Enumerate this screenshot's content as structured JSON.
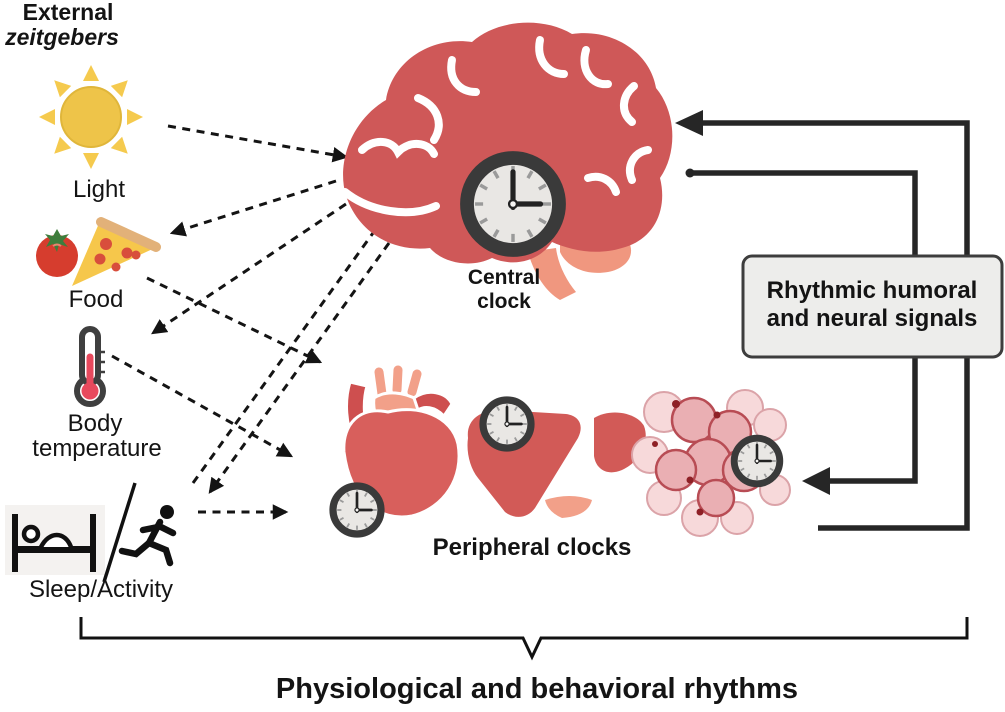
{
  "header": {
    "title_line1": "External",
    "title_line2": "zeitgebers"
  },
  "zeitgebers": {
    "light": {
      "label": "Light",
      "icon": "sun-icon"
    },
    "food": {
      "label": "Food",
      "icon": "tomato-pizza-icon"
    },
    "body_temperature": {
      "label_line1": "Body",
      "label_line2": "temperature",
      "icon": "thermometer-icon"
    },
    "sleep_activity": {
      "label": "Sleep/Activity",
      "icon": "bed-and-runner-icon"
    }
  },
  "central_clock": {
    "label_line1": "Central",
    "label_line2": "clock",
    "organ": "brain",
    "clock_time": "3:00"
  },
  "peripheral_clocks": {
    "label": "Peripheral clocks",
    "organs": [
      "heart",
      "liver",
      "adipose tissue"
    ],
    "clock_time": "3:00"
  },
  "feedback": {
    "box_line1": "Rhythmic humoral",
    "box_line2": "and neural signals"
  },
  "caption": "Physiological and behavioral rhythms",
  "connections": [
    {
      "from": "light",
      "to": "central-clock",
      "style": "dashed-arrow"
    },
    {
      "from": "central-clock",
      "to": "food",
      "style": "dashed-arrow"
    },
    {
      "from": "central-clock",
      "to": "body-temperature",
      "style": "dashed-arrow"
    },
    {
      "from": "food",
      "to": "peripheral-clocks",
      "style": "dashed-arrow"
    },
    {
      "from": "body-temperature",
      "to": "peripheral-clocks",
      "style": "dashed-arrow"
    },
    {
      "from": "sleep-activity",
      "to": "central-clock",
      "style": "dashed-arrow"
    },
    {
      "from": "central-clock",
      "to": "sleep-activity",
      "style": "dashed-arrow"
    },
    {
      "from": "sleep-activity",
      "to": "peripheral-clocks",
      "style": "dashed-arrow"
    },
    {
      "from": "central-clock",
      "to": "peripheral-clocks",
      "style": "solid-arrow",
      "label": "rhythmic humoral and neural signals"
    },
    {
      "from": "peripheral-clocks",
      "to": "central-clock",
      "style": "solid-arrow",
      "label": "rhythmic humoral and neural signals"
    }
  ],
  "colors": {
    "organ_red": "#cf5858",
    "organ_light_salmon": "#f2a089",
    "clock_ring": "#3a3a3a",
    "clock_face": "#e9e7e4",
    "box_fill": "#ededeb",
    "box_border": "#3d3d3d",
    "sun_yellow": "#eec449",
    "adipose_pink": "#eaafb3",
    "adipose_light_pink": "#f7d9da",
    "arrow_black": "#141414"
  }
}
